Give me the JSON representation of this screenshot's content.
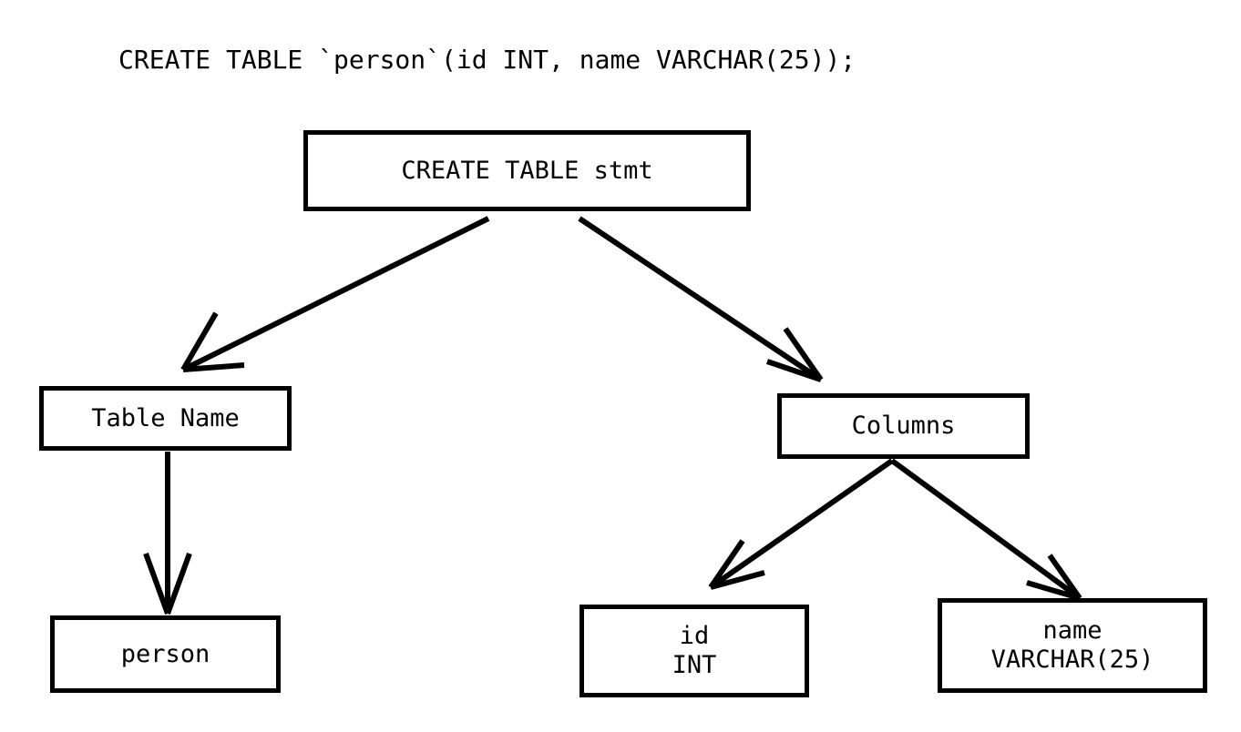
{
  "diagram": {
    "title": "CREATE TABLE `person`(id INT, name VARCHAR(25));",
    "type": "parse-tree",
    "stroke_color": "#000000",
    "fill_color": "#ffffff",
    "background_color": "#ffffff",
    "nodes": [
      {
        "id": "root",
        "lines": [
          "CREATE TABLE stmt"
        ]
      },
      {
        "id": "table_name",
        "lines": [
          "Table Name"
        ]
      },
      {
        "id": "columns",
        "lines": [
          "Columns"
        ]
      },
      {
        "id": "person",
        "lines": [
          "person"
        ]
      },
      {
        "id": "col_id",
        "lines": [
          "id",
          "INT"
        ]
      },
      {
        "id": "col_name",
        "lines": [
          "name",
          "VARCHAR(25)"
        ]
      }
    ],
    "edges": [
      {
        "from": "root",
        "to": "table_name",
        "arrow": "open-v"
      },
      {
        "from": "root",
        "to": "columns",
        "arrow": "open-v"
      },
      {
        "from": "table_name",
        "to": "person",
        "arrow": "open-v"
      },
      {
        "from": "columns",
        "to": "col_id",
        "arrow": "open-v"
      },
      {
        "from": "columns",
        "to": "col_name",
        "arrow": "open-v"
      }
    ]
  }
}
